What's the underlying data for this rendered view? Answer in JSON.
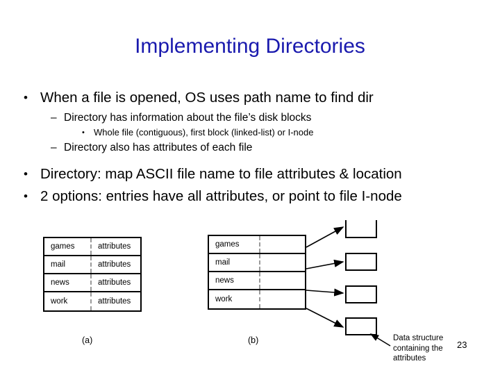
{
  "slide": {
    "title": "Implementing Directories",
    "number": "23",
    "title_color": "#1a1aae",
    "background_color": "#ffffff",
    "text_color": "#000000"
  },
  "bullets": [
    {
      "level": 1,
      "marker": "•",
      "text": "When a file is opened, OS uses path name to find dir"
    },
    {
      "level": 2,
      "marker": "–",
      "text": "Directory has information about the file’s disk blocks"
    },
    {
      "level": 3,
      "marker": "•",
      "text": "Whole file (contiguous), first block (linked-list) or I-node"
    },
    {
      "level": 2,
      "marker": "–",
      "text": "Directory also has attributes of each file"
    },
    {
      "level": 1,
      "marker": "•",
      "text": "Directory: map ASCII file name to file attributes & location"
    },
    {
      "level": 1,
      "marker": "•",
      "text": "2 options: entries have all attributes, or point to file I-node"
    }
  ],
  "figure": {
    "table_a": {
      "caption": "(a)",
      "rows": [
        {
          "name": "games",
          "attributes": "attributes"
        },
        {
          "name": "mail",
          "attributes": "attributes"
        },
        {
          "name": "news",
          "attributes": "attributes"
        },
        {
          "name": "work",
          "attributes": "attributes"
        }
      ]
    },
    "table_b": {
      "caption": "(b)",
      "rows": [
        {
          "name": "games",
          "attributes": ""
        },
        {
          "name": "mail",
          "attributes": ""
        },
        {
          "name": "news",
          "attributes": ""
        },
        {
          "name": "work",
          "attributes": ""
        }
      ]
    },
    "attribute_boxes": [
      "",
      "",
      "",
      ""
    ],
    "data_structure_caption": "Data structure containing the attributes"
  }
}
